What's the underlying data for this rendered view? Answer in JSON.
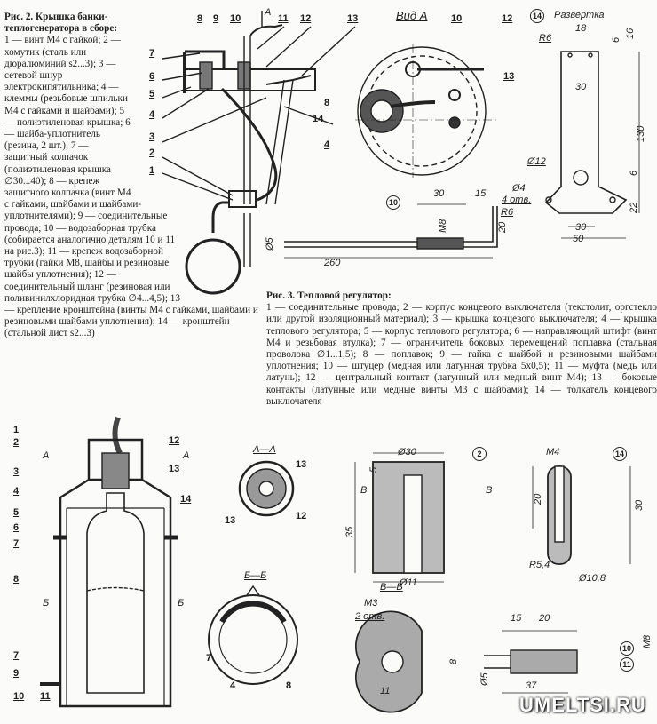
{
  "fig2": {
    "title": "Рис. 2. Крышка банки-теплогенератора в сборе:",
    "text": "1 — винт М4 с гайкой; 2 — хомутик (сталь или дюралюминий s2...3); 3 — сетевой шнур электрокипятильника; 4 — клеммы (резьбовые шпильки М4 с гайками и шайбами); 5 — полиэтиленовая крышка; 6 — шайба-уплотнитель (резина, 2 шт.); 7 — защитный колпачок (полиэтиленовая крышка ∅30...40); 8 — крепеж защитного колпачка (винт М4 с гайками, шайбами и шайбами-уплотнителями); 9 — соединительные провода; 10 — водозаборная трубка (собирается аналогично деталям 10 и 11 на рис.3); 11 — крепеж водозаборной трубки (гайки М8, шайбы и резиновые шайбы уплотнения); 12 — соединительный шланг (резиновая или поливинилхлоридная трубка ∅4...4,5); 13 — крепление кронштейна (винты М4 с гайками, шайбами и резиновыми шайбами уплотнения); 14 — кронштейн (стальной лист s2...3)"
  },
  "fig3": {
    "title": "Рис. 3. Тепловой регулятор:",
    "text": "1 — соединительные провода; 2 — корпус концевого выключателя (текстолит, оргстекло или другой изоляционный материал); 3 — крышка концевого выключателя; 4 — крышка теплового регулятора; 5 — корпус теплового регулятора; 6 — направляющий штифт (винт М4 и резьбовая втулка); 7 — ограничитель боковых перемещений поплавка (стальная проволока ∅1...1,5); 8 — поплавок; 9 — гайка с шайбой и резиновыми шайбами уплотнения; 10 — штуцер (медная или латунная трубка 5х0,5); 11 — муфта (медь или латунь); 12 — центральный контакт (латунный или медный винт М4); 13 — боковые контакты (латунные или медные винты М3 с шайбами); 14 — толкатель концевого выключателя"
  },
  "labels": {
    "fig2": [
      "8",
      "9",
      "10",
      "А",
      "11",
      "12",
      "13",
      "7",
      "6",
      "5",
      "4",
      "3",
      "14",
      "2",
      "1"
    ],
    "vid_a": [
      "Вид А",
      "10",
      "12",
      "13",
      "8",
      "4"
    ],
    "razvertka": [
      "14",
      "Развертка",
      "18",
      "6",
      "16",
      "R6",
      "30",
      "130",
      "Ø12",
      "6",
      "Ø4",
      "4 отв.",
      "R6",
      "22",
      "30",
      "50"
    ],
    "part10": [
      "10",
      "30",
      "15",
      "M8",
      "20",
      "Ø5",
      "260"
    ],
    "fig3": [
      "1",
      "2",
      "3",
      "4",
      "5",
      "6",
      "7",
      "8",
      "7",
      "9",
      "10",
      "11",
      "12",
      "13",
      "14",
      "А",
      "А",
      "Б",
      "Б"
    ],
    "section_aa": [
      "А—А",
      "13",
      "13",
      "12"
    ],
    "section_bb": [
      "Б—Б",
      "7",
      "4",
      "8"
    ],
    "part2": [
      "2",
      "Ø30",
      "5",
      "35",
      "В",
      "В",
      "Ø11"
    ],
    "part14": [
      "М4",
      "14",
      "20",
      "30",
      "R5,4",
      "Ø10,8"
    ],
    "section_vv": [
      "В—В",
      "М3",
      "2 отв.",
      "8",
      "11"
    ],
    "part10_11": [
      "15",
      "20",
      "M8",
      "10",
      "11",
      "Ø5",
      "37"
    ]
  },
  "watermark": "UMELTSI.RU"
}
